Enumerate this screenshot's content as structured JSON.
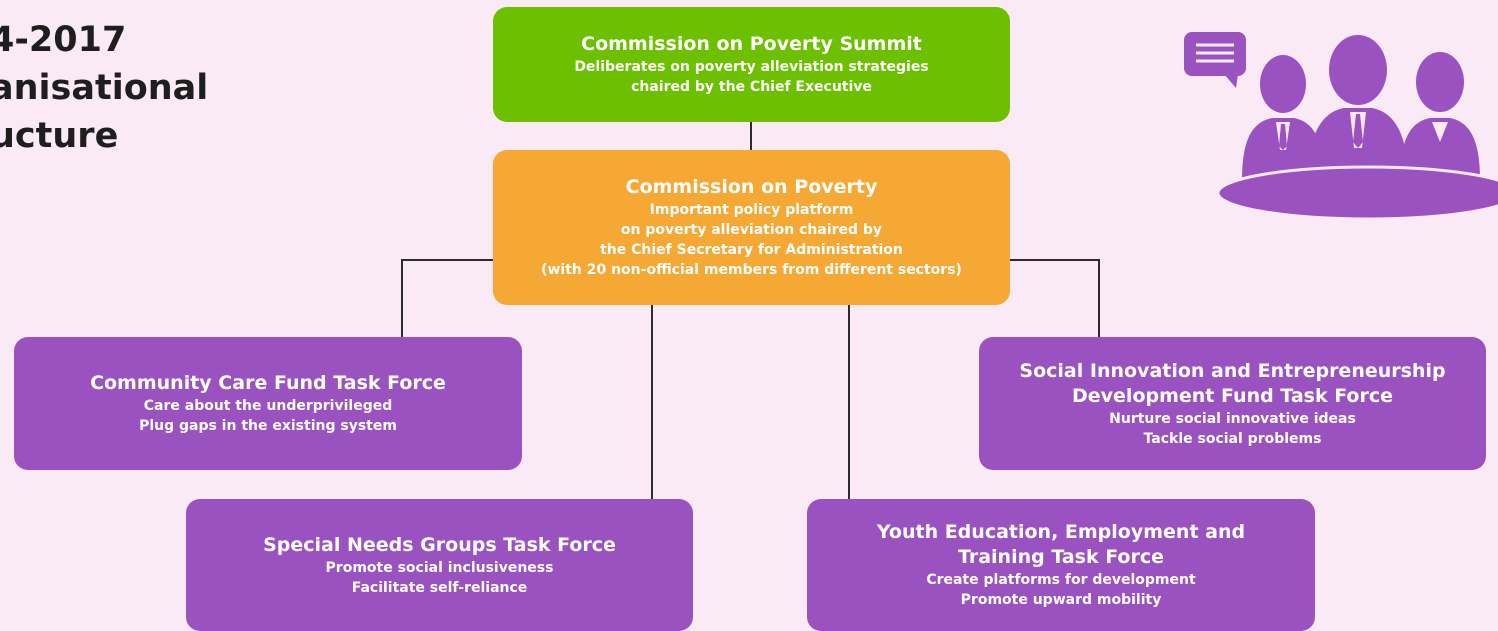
{
  "title": {
    "lines": [
      "4-2017",
      "anisational",
      "ucture"
    ]
  },
  "colors": {
    "background": "#f9eaf5",
    "summit": "#6cc000",
    "commission": "#f5a833",
    "task_force": "#9b52c1",
    "connector": "#2b2b2b",
    "illustration": "#9b52c1"
  },
  "nodes": {
    "summit": {
      "title": "Commission on Poverty Summit",
      "desc": [
        "Deliberates on poverty alleviation strategies",
        "chaired by the Chief Executive"
      ]
    },
    "commission": {
      "title": "Commission on Poverty",
      "desc": [
        "Important policy platform",
        "on poverty alleviation chaired by",
        "the Chief Secretary for Administration",
        "(with 20 non-official members from different sectors)"
      ]
    },
    "community_care": {
      "title": "Community Care Fund Task Force",
      "desc": [
        "Care about the underprivileged",
        "Plug gaps in the existing system"
      ]
    },
    "social_innovation": {
      "title_lines": [
        "Social Innovation and Entrepreneurship",
        "Development Fund Task Force"
      ],
      "desc": [
        "Nurture social innovative ideas",
        "Tackle social problems"
      ]
    },
    "special_needs": {
      "title": "Special Needs Groups Task Force",
      "desc": [
        "Promote social inclusiveness",
        "Facilitate self-reliance"
      ]
    },
    "youth": {
      "title_lines": [
        "Youth Education, Employment and",
        "Training Task Force"
      ],
      "desc": [
        "Create platforms for development",
        "Promote upward mobility"
      ]
    }
  },
  "icons": [
    "speech-bubble-icon",
    "people-at-table-icon"
  ]
}
